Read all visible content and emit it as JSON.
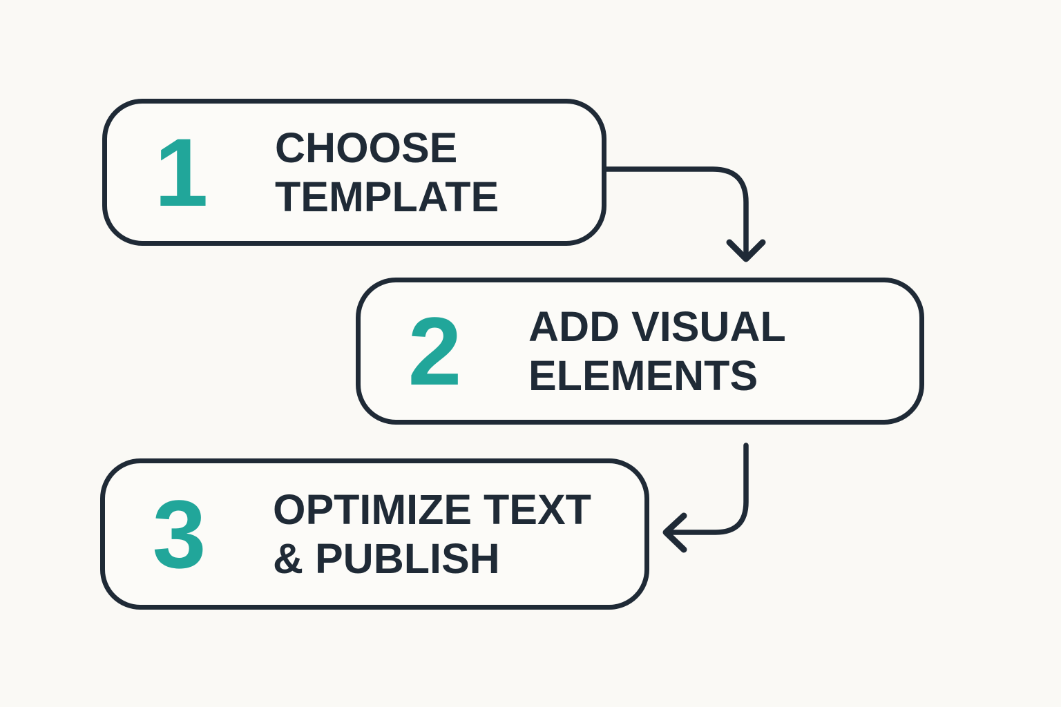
{
  "diagram": {
    "type": "flowchart",
    "orientation": "stepped-top-to-bottom"
  },
  "colors": {
    "background": "#FAF9F5",
    "box_fill": "#FCFBF8",
    "ink": "#1F2A36",
    "accent": "#21A69A"
  },
  "steps": [
    {
      "number": "1",
      "line1": "CHOOSE",
      "line2": "TEMPLATE",
      "label": "Choose template"
    },
    {
      "number": "2",
      "line1": "ADD VISUAL",
      "line2": "ELEMENTS",
      "label": "Add visual elements"
    },
    {
      "number": "3",
      "line1": "OPTIMIZE TEXT",
      "line2": "& PUBLISH",
      "label": "Optimize text & publish"
    }
  ],
  "connectors": [
    {
      "name": "arrow-step1-to-step2",
      "from": "step-1",
      "to": "step-2",
      "head_direction": "down"
    },
    {
      "name": "arrow-step2-to-step3",
      "from": "step-2",
      "to": "step-3",
      "head_direction": "left"
    }
  ]
}
